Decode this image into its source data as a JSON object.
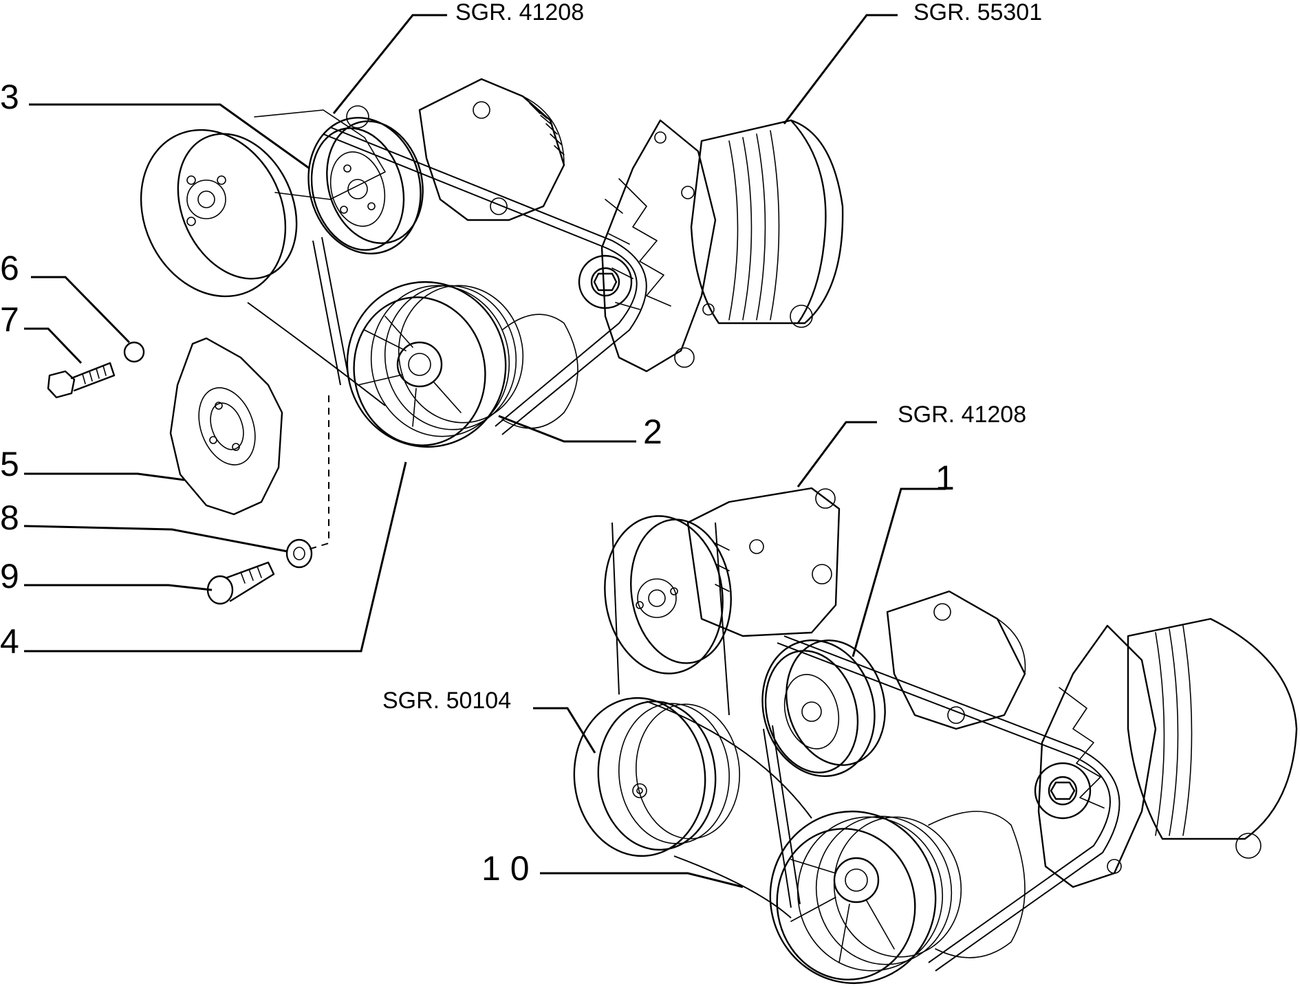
{
  "references": {
    "top_pump": "SGR. 41208",
    "top_alternator": "SGR. 55301",
    "bottom_pump": "SGR. 41208",
    "bottom_compressor": "SGR. 50104"
  },
  "callouts": {
    "n1": "1",
    "n2": "2",
    "n3": "3",
    "n4": "4",
    "n5": "5",
    "n6": "6",
    "n7": "7",
    "n8": "8",
    "n9": "9",
    "n10": "1 0"
  }
}
